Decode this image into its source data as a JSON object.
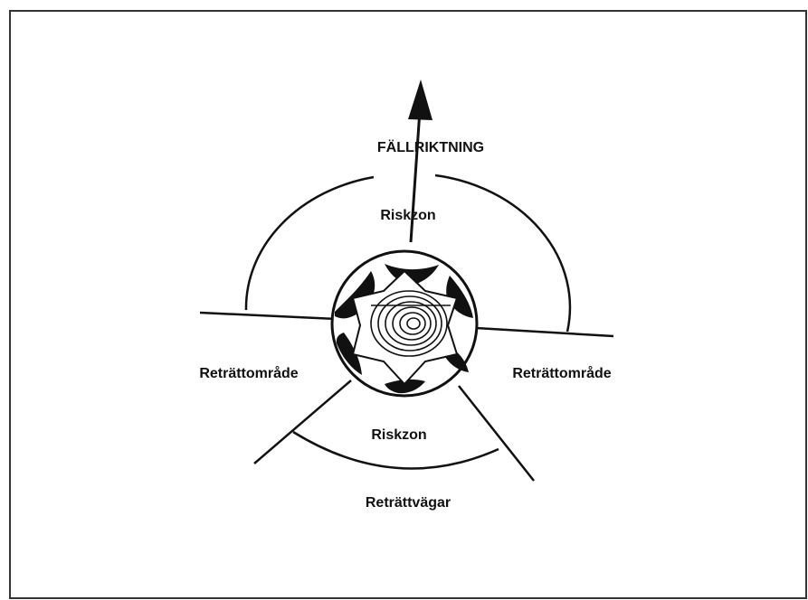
{
  "labels": {
    "direction": "FÄLLRIKTNING",
    "risk_zone_top": "Riskzon",
    "retreat_area_left": "Reträttområde",
    "retreat_area_right": "Reträttområde",
    "risk_zone_bottom": "Riskzon",
    "escape_routes": "Reträttvägar"
  },
  "colors": {
    "line": "#111111",
    "background": "#ffffff"
  }
}
